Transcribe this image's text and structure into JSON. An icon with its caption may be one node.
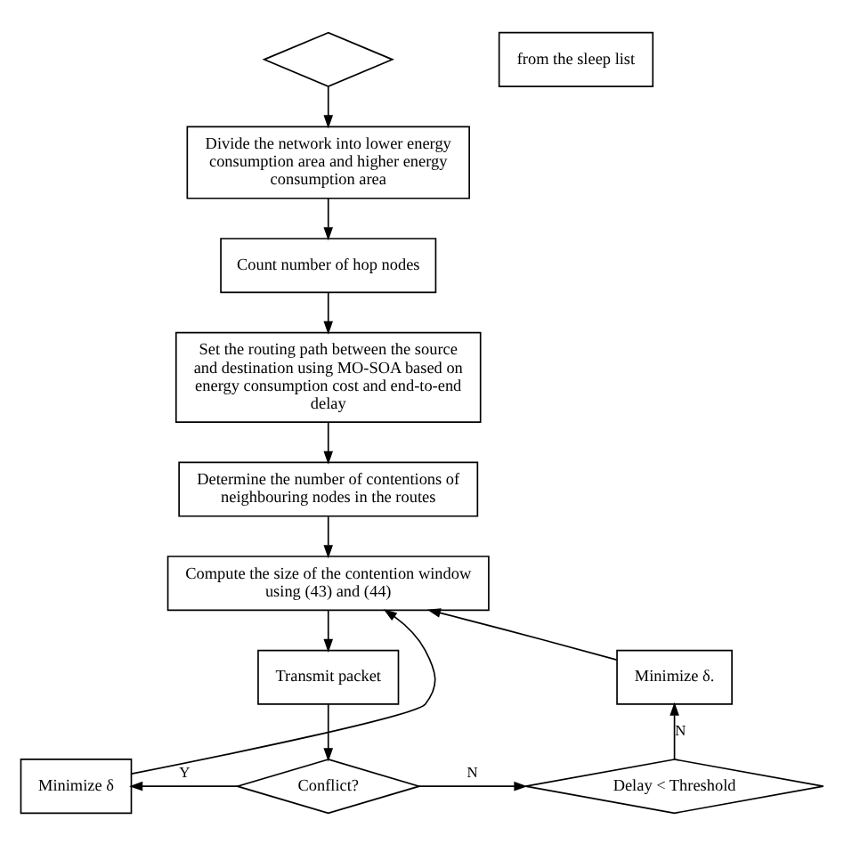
{
  "diagram": {
    "nodes": [
      {
        "text": [],
        "shape": "diamond"
      },
      {
        "text": [
          "from the sleep list"
        ]
      },
      {
        "text": [
          "Divide the network into lower energy consumption area and higher energy consumption area"
        ]
      },
      {
        "text": [
          "Count number of hop nodes"
        ]
      },
      {
        "text": [
          "Set the routing path between the source and destination using MO-SOA based on energy consumption cost and end-to-end delay"
        ]
      },
      {
        "text": [
          "Determine the number of contentions of neighbouring nodes in the routes"
        ]
      },
      {
        "text": [
          "Compute the size of the contention window using (43) and (44)"
        ]
      },
      {
        "text": [
          "Transmit packet"
        ]
      },
      {
        "text": [
          "Conflict?"
        ]
      },
      {
        "text": [
          "Minimize δ"
        ]
      },
      {
        "text": [
          "Delay < Threshold"
        ]
      },
      {
        "text": [
          "Minimize δ."
        ]
      }
    ],
    "edges": [
      {
        "from": 0,
        "to": 2,
        "arrow": "to"
      },
      {
        "from": 2,
        "to": 3,
        "arrow": "to"
      },
      {
        "from": 3,
        "to": 4,
        "arrow": "to"
      },
      {
        "from": 4,
        "to": 5,
        "arrow": "to"
      },
      {
        "from": 5,
        "to": 6,
        "arrow": "to"
      },
      {
        "from": 6,
        "to": 7,
        "arrow": "to"
      },
      {
        "from": 7,
        "to": 8,
        "arrow": "to"
      },
      {
        "from": 8,
        "to": 9,
        "arrow": "to",
        "label": "Y"
      },
      {
        "from": 8,
        "to": 10,
        "arrow": "to",
        "label": "N"
      },
      {
        "from": 10,
        "to": 11,
        "arrow": "to",
        "label": "N"
      },
      {
        "from": 11,
        "to": 6,
        "arrow": "to"
      },
      {
        "from": 9,
        "to": 6,
        "arrow": "to"
      }
    ]
  }
}
